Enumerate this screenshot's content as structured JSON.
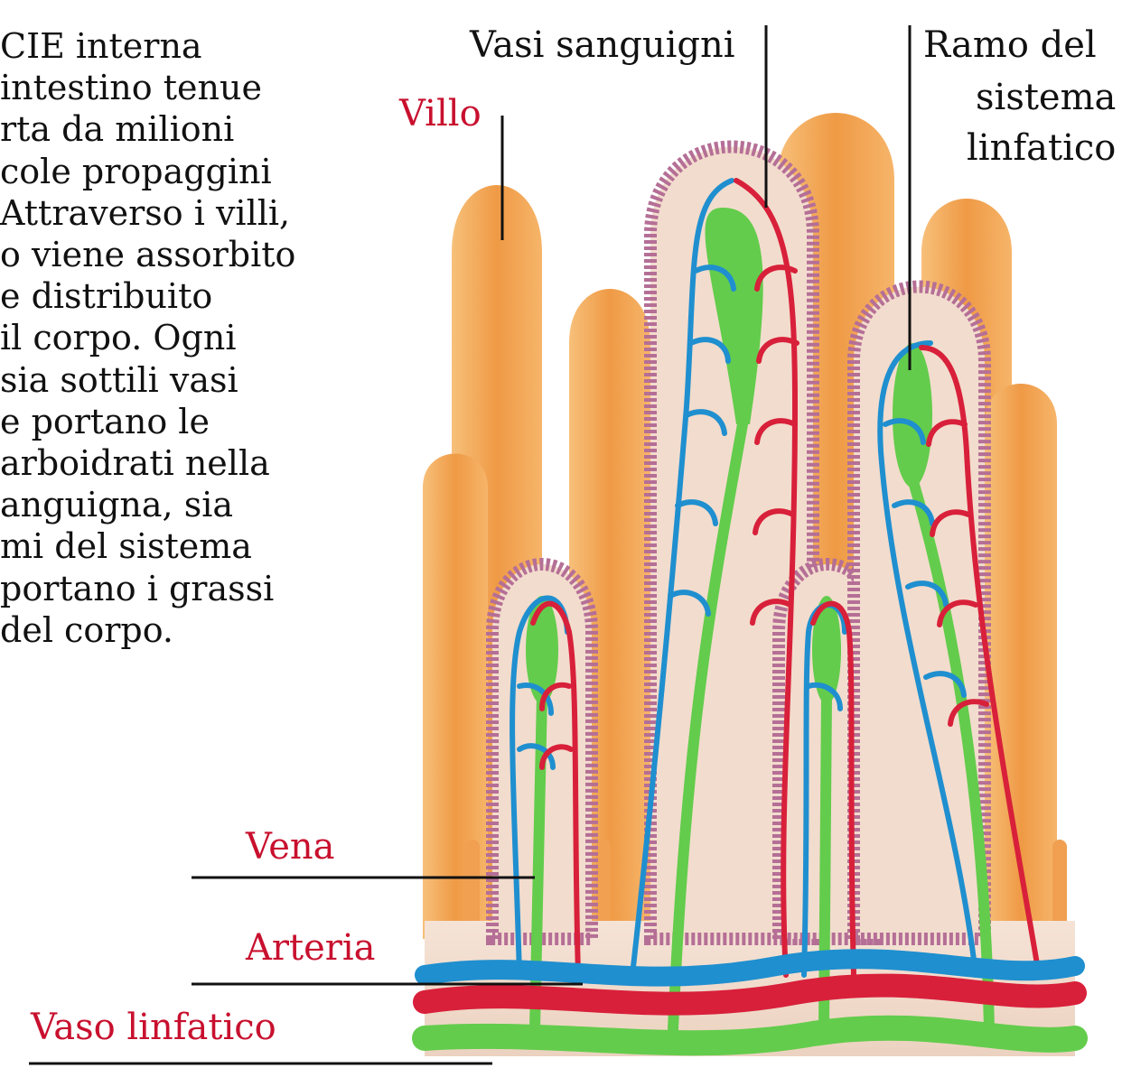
{
  "caption": {
    "lines": [
      "CIE interna",
      "intestino tenue",
      "rta da milioni",
      "cole propaggini",
      "Attraverso i villi,",
      "o viene assorbito",
      "e distribuito",
      "il corpo. Ogni",
      "sia sottili vasi",
      "e portano le",
      "arboidrati nella",
      "anguigna, sia",
      "mi del sistema",
      "portano i grassi",
      "del corpo."
    ]
  },
  "labels": {
    "vasi_sanguigni": "Vasi sanguigni",
    "ramo_line1": "Ramo del",
    "ramo_line2": "sistema",
    "ramo_line3": "linfatico",
    "villo": "Villo",
    "vena": "Vena",
    "arteria": "Arteria",
    "vaso_linfatico": "Vaso linfatico"
  },
  "colors": {
    "villus_orange": "#f2a552",
    "villus_light": "#f8c986",
    "tissue": "#f2dccd",
    "epithelium": "#b56f96",
    "artery_red": "#d8203a",
    "vein_blue": "#1f8fcf",
    "lymph_green": "#63cc4c",
    "label_red": "#c8102e",
    "label_black": "#111111"
  }
}
